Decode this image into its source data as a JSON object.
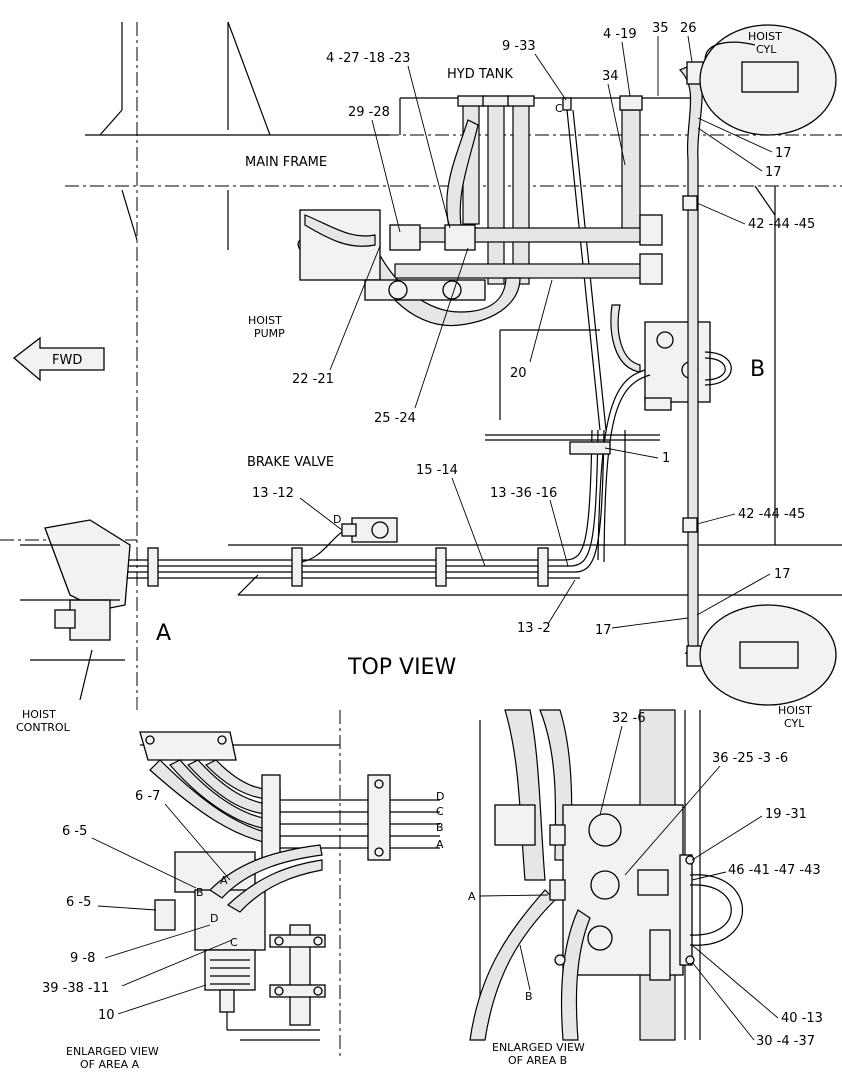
{
  "top_view": {
    "title": "TOP VIEW",
    "fwd": "FWD",
    "area_a": "A",
    "area_b": "B",
    "main_frame": "MAIN FRAME",
    "hyd_tank": "HYD TANK",
    "brake_valve": "BRAKE VALVE",
    "hoist_pump": [
      "HOIST",
      "PUMP"
    ],
    "hoist_control": [
      "HOIST",
      "CONTROL"
    ],
    "hoist_cyl_top": [
      "HOIST",
      "CYL"
    ],
    "hoist_cyl_bottom": [
      "HOIST",
      "CYL"
    ],
    "port_c": "C",
    "port_d": "D",
    "callouts": [
      "4 -27 -18 -23",
      "9 -33",
      "4 -19",
      "35",
      "26",
      "34",
      "29 -28",
      "17",
      "17",
      "42 -44 -45",
      "20",
      "22 -21",
      "25 -24",
      "1",
      "15 -14",
      "13 -12",
      "13 -36 -16",
      "42 -44 -45",
      "17",
      "17",
      "13 -2"
    ]
  },
  "area_a": {
    "caption": [
      "ENLARGED VIEW",
      "OF AREA A"
    ],
    "ports": [
      "D",
      "C",
      "B",
      "A"
    ],
    "valve_ports": [
      "B",
      "A",
      "D",
      "C"
    ],
    "callouts": [
      "6 -7",
      "6 -5",
      "6 -5",
      "9 -8",
      "39 -38 -11",
      "10"
    ]
  },
  "area_b": {
    "caption": [
      "ENLARGED VIEW",
      "OF AREA B"
    ],
    "ports": [
      "A",
      "B"
    ],
    "callouts": [
      "32 -6",
      "36 -25 -3 -6",
      "19 -31",
      "46 -41 -47 -43",
      "40 -13",
      "30 -4 -37"
    ]
  }
}
